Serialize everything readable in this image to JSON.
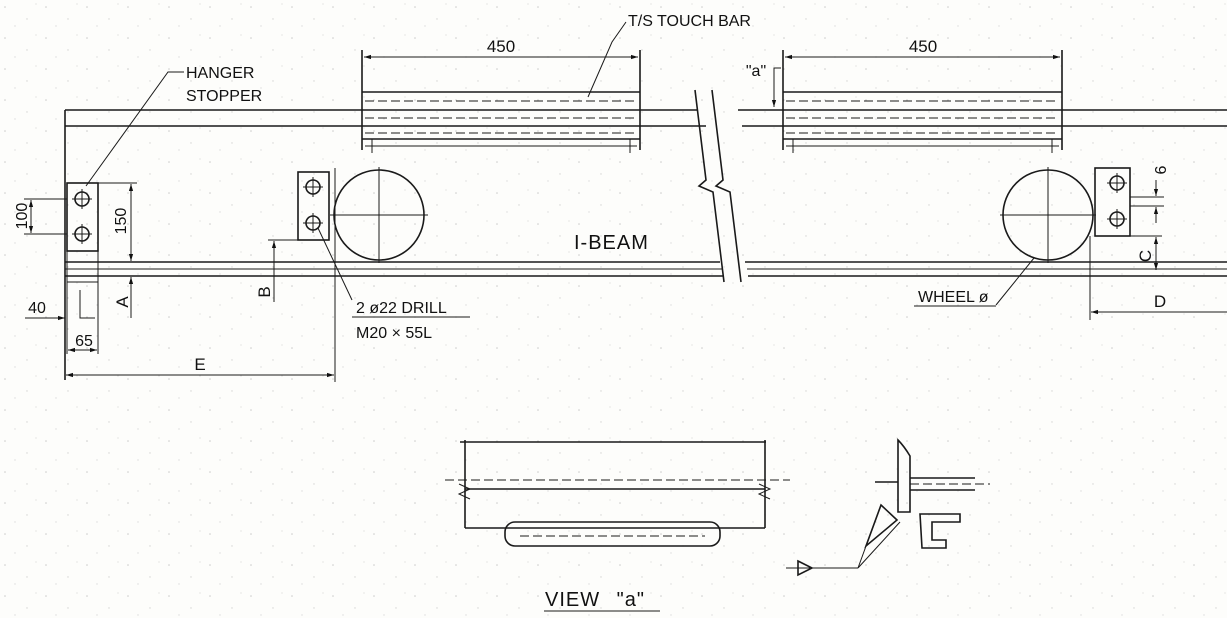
{
  "drawing": {
    "colors": {
      "ink": "#1a1a1a",
      "paper": "#fdfdfb"
    },
    "callouts": {
      "touch_bar": "T/S TOUCH BAR",
      "hanger_stopper_line1": "HANGER",
      "hanger_stopper_line2": "STOPPER",
      "beam": "I-BEAM",
      "drill_line1": "2 ø22 DRILL",
      "drill_line2": "M20 × 55L",
      "wheel": "WHEEL ø",
      "section_marker": "\"a\""
    },
    "dimensions": {
      "touch_bar_left": "450",
      "touch_bar_right": "450",
      "bolt_pitch": "100",
      "stopper_height": "150",
      "end_offset": "40",
      "stopper_width": "65",
      "gap": "6",
      "A": "A",
      "B": "B",
      "C": "C",
      "D": "D",
      "E": "E"
    },
    "detail_view": {
      "title": "VIEW \"a\""
    }
  }
}
